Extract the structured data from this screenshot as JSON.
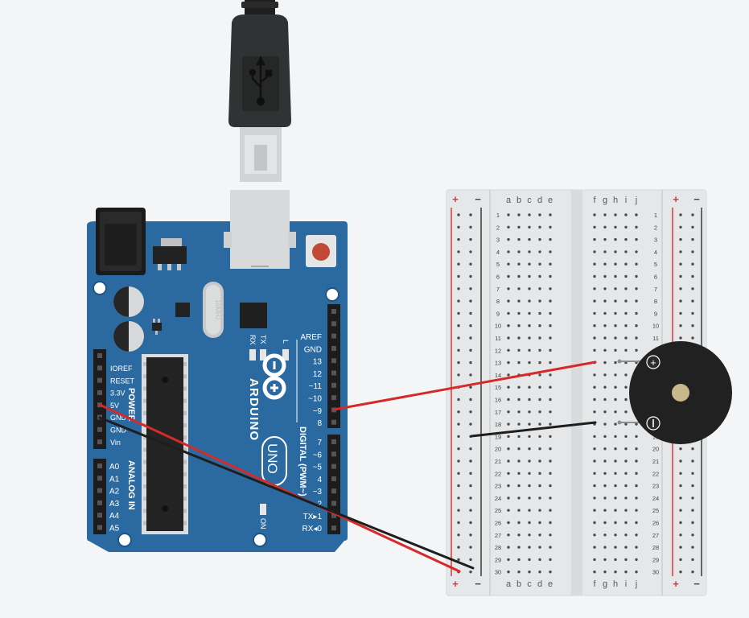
{
  "usb_cable": {
    "icon": "usb-icon"
  },
  "arduino": {
    "brand": "ARDUINO",
    "model": "UNO",
    "crystal_label": "16MHz",
    "led_labels": {
      "rx": "RX",
      "tx": "TX",
      "l": "L",
      "on": "ON"
    },
    "power_header": [
      "IOREF",
      "RESET",
      "3.3V",
      "5V",
      "GND",
      "GND",
      "Vin"
    ],
    "power_title": "POWER",
    "analog_header": [
      "A0",
      "A1",
      "A2",
      "A3",
      "A4",
      "A5"
    ],
    "analog_title": "ANALOG IN",
    "digital_top": [
      "AREF",
      "GND",
      "13",
      "12",
      "~11",
      "~10",
      "~9",
      "8"
    ],
    "digital_bottom": [
      "7",
      "~6",
      "~5",
      "4",
      "~3",
      "2",
      "TX▸1",
      "RX◂0"
    ],
    "digital_title": "DIGITAL (PWM~)"
  },
  "breadboard": {
    "columns_left": [
      "a",
      "b",
      "c",
      "d",
      "e"
    ],
    "columns_right": [
      "f",
      "g",
      "h",
      "i",
      "j"
    ],
    "rows": 30,
    "rail_plus": "+",
    "rail_minus": "−"
  },
  "buzzer": {
    "plus": "+",
    "minus": "−"
  },
  "wires": [
    {
      "name": "wire-pin9-to-buzzer",
      "color": "#d42a2a"
    },
    {
      "name": "wire-buzzer-gnd",
      "color": "#1e1e1e"
    },
    {
      "name": "wire-5v-to-rail",
      "color": "#d42a2a"
    },
    {
      "name": "wire-gnd-to-rail",
      "color": "#1e1e1e"
    }
  ],
  "colors": {
    "board_blue": "#2b6aa0",
    "board_edge": "#1e5585",
    "wire_red": "#d42a2a",
    "wire_black": "#1e1e1e",
    "breadboard": "#e6e7e8",
    "rail_red": "#d23a3a"
  }
}
